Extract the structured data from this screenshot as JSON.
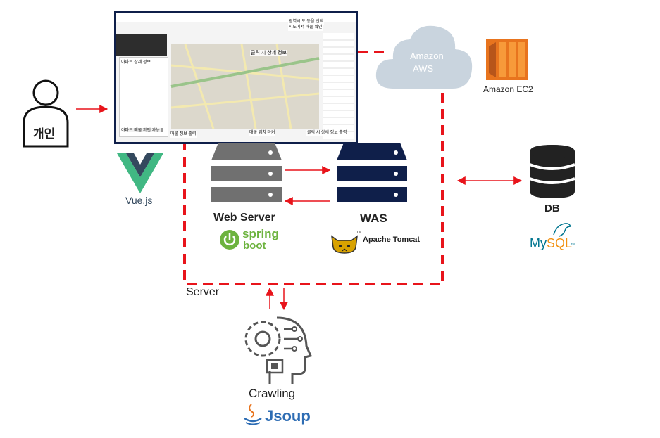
{
  "person": {
    "label": "개인"
  },
  "screenshot": {
    "notes": [
      "광역시 도 등을 선택",
      "지도에서 매물 확인",
      "클릭 시 상세 정보",
      "아파트 상세 정보",
      "아파트 매물 확인 가능",
      "매물 정보 출력",
      "매물 위치 마커",
      "클릭 시 상세 정보 출력"
    ]
  },
  "aws": {
    "line1": "Amazon",
    "line2": "AWS"
  },
  "ec2": {
    "label": "Amazon EC2"
  },
  "vue": {
    "label": "Vue.js"
  },
  "webserver": {
    "label": "Web Server"
  },
  "spring": {
    "word1": "spring",
    "word2": "boot"
  },
  "was": {
    "label": "WAS"
  },
  "tomcat": {
    "label": "Apache Tomcat",
    "tm": "TM"
  },
  "db": {
    "label": "DB"
  },
  "mysql": {
    "label1": "My",
    "label2": "SQL",
    "tm": "™"
  },
  "server": {
    "label": "Server"
  },
  "crawling": {
    "label": "Crawling"
  },
  "jsoup": {
    "label": "Jsoup"
  },
  "colors": {
    "arrow": "#e8141b",
    "dashed": "#e8141b",
    "navy": "#0f1f4a",
    "server_gray": "#707070",
    "aws_cloud": "#c9d4de",
    "ec2_orange": "#e8741e",
    "vue_green": "#41b883",
    "vue_dark": "#34495e",
    "spring_green": "#6db33f",
    "mysql_blue": "#00758f",
    "mysql_orange": "#f29111",
    "jsoup_blue": "#2e6db4"
  }
}
